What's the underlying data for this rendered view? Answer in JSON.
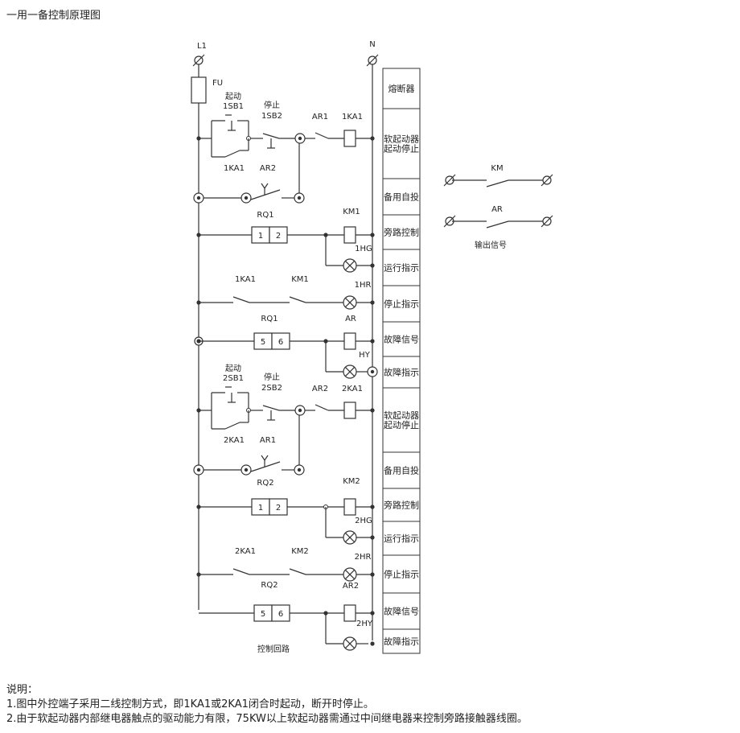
{
  "title": "一用一备控制原理图",
  "line_labels": {
    "l1": "L1",
    "n": "N",
    "fuse": "FU",
    "circuit_caption": "控制回路"
  },
  "groups": [
    {
      "start": "起动",
      "start_id": "1SB1",
      "stop": "停止",
      "stop_id": "1SB2",
      "ar_contact": "AR1",
      "relay": "1KA1",
      "relay_contact": "1KA1",
      "ar_loop": "AR2",
      "rq_a": "RQ1",
      "rq_a_terms": [
        "1",
        "2"
      ],
      "km": "KM1",
      "run_lamp": "1HG",
      "stop_contacts": [
        "1KA1",
        "KM1"
      ],
      "stop_lamp": "1HR",
      "rq_b": "RQ1",
      "rq_b_terms": [
        "5",
        "6"
      ],
      "ar_coil": "AR",
      "fault_lamp": "HY"
    },
    {
      "start": "起动",
      "start_id": "2SB1",
      "stop": "停止",
      "stop_id": "2SB2",
      "ar_contact": "AR2",
      "relay": "2KA1",
      "relay_contact": "2KA1",
      "ar_loop": "AR1",
      "rq_a": "RQ2",
      "rq_a_terms": [
        "1",
        "2"
      ],
      "km": "KM2",
      "run_lamp": "2HG",
      "stop_contacts": [
        "2KA1",
        "KM2"
      ],
      "stop_lamp": "2HR",
      "rq_b": "RQ2",
      "rq_b_terms": [
        "5",
        "6"
      ],
      "ar_coil": "AR2",
      "fault_lamp": "2HY"
    }
  ],
  "function_column": [
    [
      "熔断器"
    ],
    [
      "软起动器",
      "起动停止"
    ],
    [
      "备用自投"
    ],
    [
      "旁路控制"
    ],
    [
      "运行指示"
    ],
    [
      "停止指示"
    ],
    [
      "故障信号"
    ],
    [
      "故障指示"
    ],
    [
      "软起动器",
      "起动停止"
    ],
    [
      "备用自投"
    ],
    [
      "旁路控制"
    ],
    [
      "运行指示"
    ],
    [
      "停止指示"
    ],
    [
      "故障信号"
    ],
    [
      "故障指示"
    ]
  ],
  "output_signals": {
    "contacts": [
      "KM",
      "AR"
    ],
    "caption": "输出信号"
  },
  "notes": {
    "heading": "说明：",
    "items": [
      "1.图中外控端子采用二线控制方式，即1KA1或2KA1闭合时起动，断开时停止。",
      "2.由于软起动器内部继电器触点的驱动能力有限，75KW以上软起动器需通过中间继电器来控制旁路接触器线圈。"
    ]
  },
  "colors": {
    "line": "#333333",
    "text": "#222222"
  }
}
